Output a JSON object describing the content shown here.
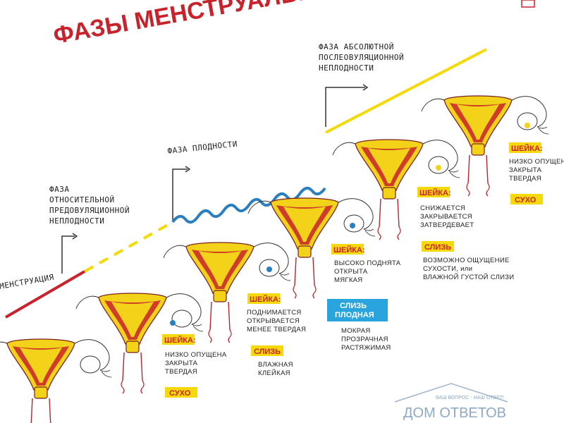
{
  "title": "ФАЗЫ МЕНСТРУАЛЬНОГО ЦИКЛА",
  "phases": {
    "menstruation": "МЕНСТРУАЦИЯ",
    "relative": [
      "ФАЗА",
      "ОТНОСИТЕЛЬНОЙ",
      "ПРЕДОВУЛЯЦИОННОЙ",
      "НЕПЛОДНОСТИ"
    ],
    "fertility": "ФАЗА ПЛОДНОСТИ",
    "absolute": [
      "ФАЗА АБСОЛЮТНОЙ",
      "ПОСЛЕОВУЛЯЦИОННОЙ",
      "НЕПЛОДНОСТИ"
    ]
  },
  "stages": [
    {
      "cervix": "ШЕЙКА:",
      "cervix_text": [
        "НИЗКО ОПУЩЕНА",
        "ЗАКРЫТА",
        "ТВЕРДАЯ"
      ],
      "mucus_tag": "",
      "mucus_text": "СУХО"
    },
    {
      "cervix": "ШЕЙКА:",
      "cervix_text": [
        "ПОДНИМАЕТСЯ",
        "ОТКРЫВАЕТСЯ",
        "МЕНЕЕ ТВЕРДАЯ"
      ],
      "mucus_tag": "СЛИЗЬ",
      "mucus_text": [
        "ВЛАЖНАЯ",
        "КЛЕЙКАЯ"
      ]
    },
    {
      "cervix": "ШЕЙКА:",
      "cervix_text": [
        "ВЫСОКО ПОДНЯТА",
        "ОТКРЫТА",
        "МЯГКАЯ"
      ],
      "mucus_tag": [
        "СЛИЗЬ",
        "ПЛОДНАЯ"
      ],
      "mucus_text": [
        "МОКРАЯ",
        "ПРОЗРАЧНАЯ",
        "РАСТЯЖИМАЯ"
      ]
    },
    {
      "cervix": "ШЕЙКА:",
      "cervix_text": [
        "СНИЖАЕТСЯ",
        "ЗАКРЫВАЕТСЯ",
        "ЗАТВЕРДЕВАЕТ"
      ],
      "mucus_tag": "СЛИЗЬ",
      "mucus_text": [
        "ВОЗМОЖНО ОЩУЩЕНИЕ",
        "СУХОСТИ, или",
        "ВЛАЖНОЙ ГУСТОЙ СЛИЗИ"
      ]
    },
    {
      "cervix": "ШЕЙКА:",
      "cervix_text": [
        "НИЗКО ОПУЩЕНА",
        "ЗАКРЫТА",
        "ТВЕРДАЯ"
      ],
      "mucus_tag": "",
      "mucus_text": "СУХО"
    }
  ],
  "watermark": {
    "top": "ВАШ ВОПРОС - НАШ ОТВЕТ!",
    "main": "ДОМ ОТВЕТОВ"
  },
  "colors": {
    "title": "#c8232c",
    "menstruation_line": "#c8232c",
    "dry_line": "#f5d90a",
    "fertile_line": "#2a7fc1",
    "cervix_tag": "#f5d90a",
    "mucus_fertile_tag": "#29a4dc",
    "uterus_fill": "#f3d21a",
    "uterus_inner": "#c8232c"
  }
}
